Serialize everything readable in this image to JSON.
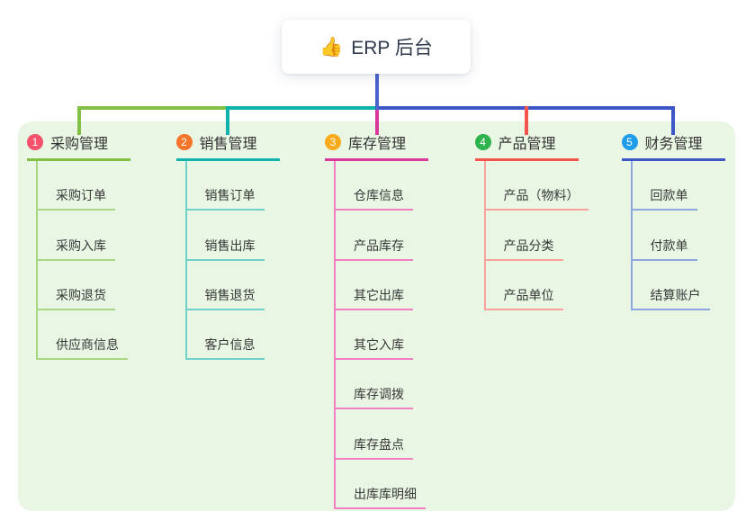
{
  "root": {
    "icon": "👍",
    "title": "ERP 后台"
  },
  "branches": [
    {
      "num": "1",
      "title": "采购管理",
      "badge_color": "#f4516c",
      "line_color": "#82bf45",
      "child_line_color": "#a9d585",
      "children": [
        "采购订单",
        "采购入库",
        "采购退货",
        "供应商信息"
      ]
    },
    {
      "num": "2",
      "title": "销售管理",
      "badge_color": "#f5742a",
      "line_color": "#0fb3ab",
      "child_line_color": "#6ed2ca",
      "children": [
        "销售订单",
        "销售出库",
        "销售退货",
        "客户信息"
      ]
    },
    {
      "num": "3",
      "title": "库存管理",
      "badge_color": "#fbab19",
      "line_color": "#d9399c",
      "child_line_color": "#f37fc3",
      "children": [
        "仓库信息",
        "产品库存",
        "其它出库",
        "其它入库",
        "库存调拨",
        "库存盘点",
        "出库库明细"
      ]
    },
    {
      "num": "4",
      "title": "产品管理",
      "badge_color": "#2fb34c",
      "line_color": "#f4544e",
      "child_line_color": "#f9a29c",
      "children": [
        "产品（物料）",
        "产品分类",
        "产品单位"
      ]
    },
    {
      "num": "5",
      "title": "财务管理",
      "badge_color": "#1f9ceb",
      "line_color": "#3e57c6",
      "child_line_color": "#8fa7e0",
      "children": [
        "回款单",
        "付款单",
        "结算账户"
      ]
    }
  ],
  "colors": {
    "root_line": "#4a63cf",
    "panel_bg": "#e9f6e4",
    "canvas_bg": "#ffffff",
    "root_text": "#2f3b4c",
    "node_text": "#333333",
    "child_text": "#383838"
  }
}
